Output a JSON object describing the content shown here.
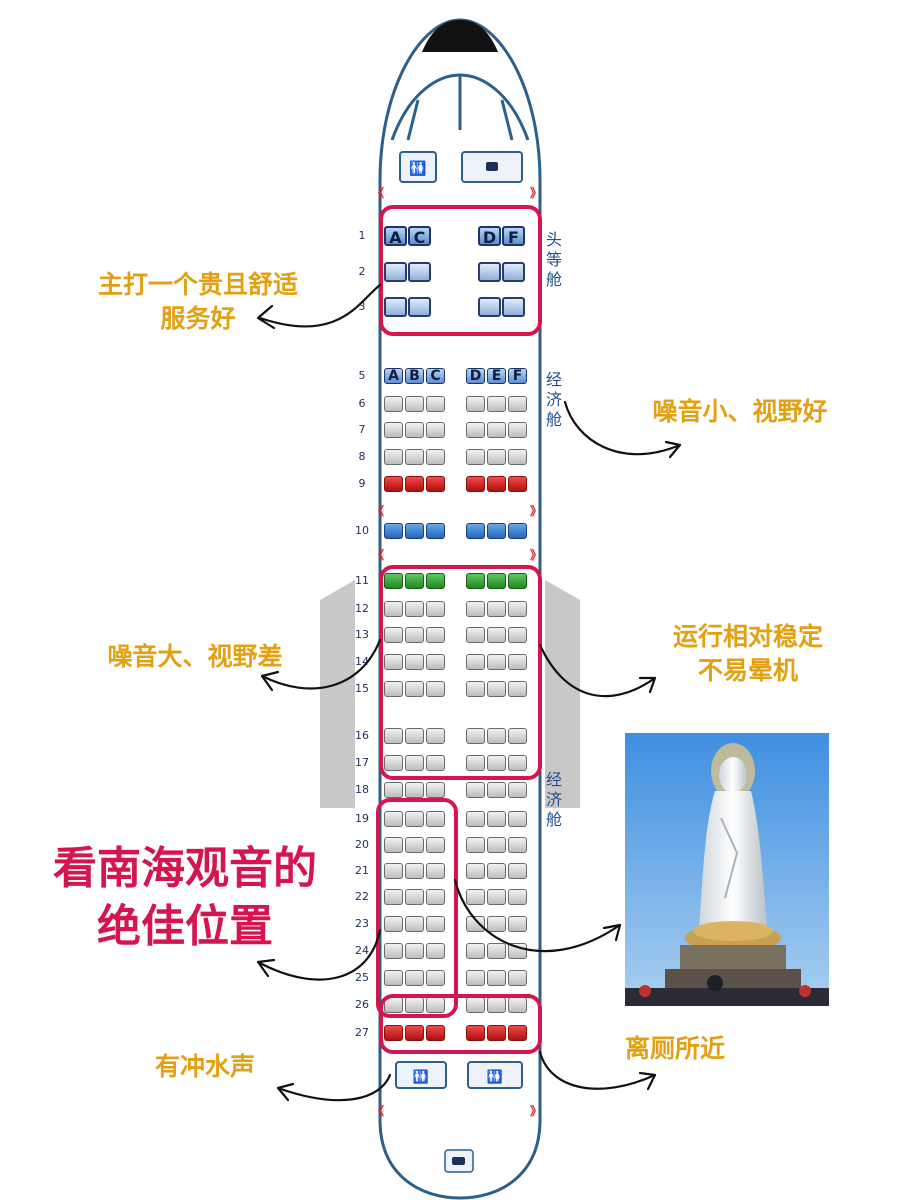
{
  "cabins": {
    "first_class": "头\n等\n舱",
    "economy_upper": "经\n济\n舱",
    "economy_lower": "经\n济\n舱"
  },
  "seat_letters": {
    "first_left": [
      "A",
      "C"
    ],
    "first_right": [
      "D",
      "F"
    ],
    "economy_left": [
      "A",
      "B",
      "C"
    ],
    "economy_right": [
      "D",
      "E",
      "F"
    ]
  },
  "rows": [
    "1",
    "2",
    "3",
    "5",
    "6",
    "7",
    "8",
    "9",
    "10",
    "11",
    "12",
    "13",
    "14",
    "15",
    "16",
    "17",
    "18",
    "19",
    "20",
    "21",
    "22",
    "23",
    "24",
    "25",
    "26",
    "27"
  ],
  "seat_colors": {
    "row9": "#d01a1a",
    "row10": "#2f78c8",
    "row11": "#2a9a2a",
    "row27": "#d01a1a",
    "highlight": "#d5164e",
    "annotation": "#e3a012"
  },
  "annotations": {
    "first_class": "主打一个贵且舒适\n服务好",
    "front_economy": "噪音小、视野好",
    "wing_left": "噪音大、视野差",
    "wing_right": "运行相对稳定\n不易晕机",
    "guanyin": "看南海观音的\n绝佳位置",
    "rear_left": "有冲水声",
    "rear_right": "离厕所近"
  },
  "icons": {
    "lavatory": "toilet-icon",
    "galley": "galley-icon"
  }
}
